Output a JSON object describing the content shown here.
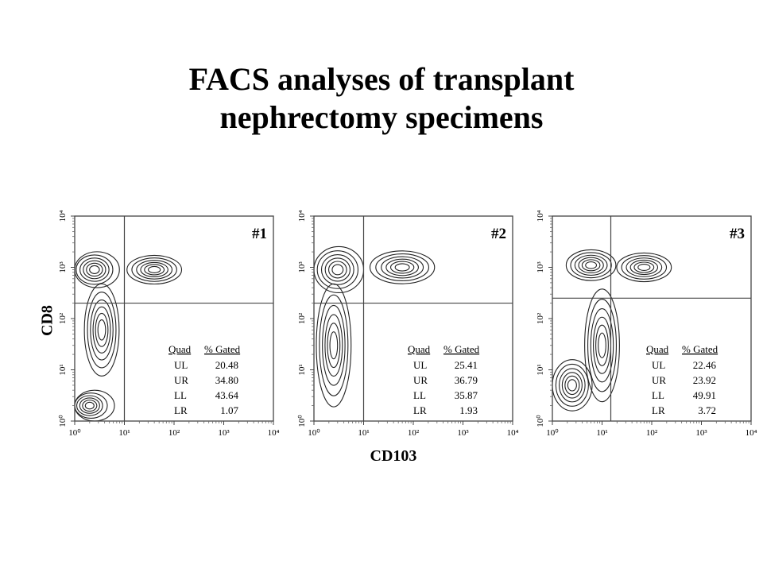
{
  "title_line1": "FACS analyses of transplant",
  "title_line2": "nephrectomy specimens",
  "chart_data": [
    {
      "type": "scatter",
      "label": "#1",
      "xlabel": "CD103",
      "ylabel": "CD8",
      "xscale": "log",
      "yscale": "log",
      "xlim": [
        1,
        10000
      ],
      "ylim": [
        1,
        10000
      ],
      "quadrant_gate": [
        10,
        200
      ],
      "stats_header": [
        "Quad",
        "% Gated"
      ],
      "stats": [
        [
          "UL",
          "20.48"
        ],
        [
          "UR",
          "34.80"
        ],
        [
          "LL",
          "43.64"
        ],
        [
          "LR",
          "1.07"
        ]
      ],
      "populations": [
        {
          "center": [
            2.5,
            900
          ],
          "spread": [
            0.45,
            0.35
          ]
        },
        {
          "center": [
            40,
            900
          ],
          "spread": [
            0.55,
            0.28
          ]
        },
        {
          "center": [
            3.5,
            60
          ],
          "spread": [
            0.35,
            0.9
          ]
        },
        {
          "center": [
            2,
            2
          ],
          "spread": [
            0.4,
            0.3
          ]
        }
      ]
    },
    {
      "type": "scatter",
      "label": "#2",
      "xlabel": "CD103",
      "ylabel": "CD8",
      "xscale": "log",
      "yscale": "log",
      "xlim": [
        1,
        10000
      ],
      "ylim": [
        1,
        10000
      ],
      "quadrant_gate": [
        10,
        200
      ],
      "stats_header": [
        "Quad",
        "% Gated"
      ],
      "stats": [
        [
          "UL",
          "25.41"
        ],
        [
          "UR",
          "36.79"
        ],
        [
          "LL",
          "35.87"
        ],
        [
          "LR",
          "1.93"
        ]
      ],
      "populations": [
        {
          "center": [
            3,
            900
          ],
          "spread": [
            0.5,
            0.45
          ]
        },
        {
          "center": [
            60,
            1000
          ],
          "spread": [
            0.65,
            0.32
          ]
        },
        {
          "center": [
            2.5,
            30
          ],
          "spread": [
            0.35,
            1.2
          ]
        }
      ]
    },
    {
      "type": "scatter",
      "label": "#3",
      "xlabel": "CD103",
      "ylabel": "CD8",
      "xscale": "log",
      "yscale": "log",
      "xlim": [
        1,
        10000
      ],
      "ylim": [
        1,
        10000
      ],
      "quadrant_gate": [
        15,
        250
      ],
      "stats_header": [
        "Quad",
        "% Gated"
      ],
      "stats": [
        [
          "UL",
          "22.46"
        ],
        [
          "UR",
          "23.92"
        ],
        [
          "LL",
          "49.91"
        ],
        [
          "LR",
          "3.72"
        ]
      ],
      "populations": [
        {
          "center": [
            6,
            1100
          ],
          "spread": [
            0.5,
            0.3
          ]
        },
        {
          "center": [
            70,
            1000
          ],
          "spread": [
            0.55,
            0.28
          ]
        },
        {
          "center": [
            10,
            30
          ],
          "spread": [
            0.35,
            1.1
          ]
        },
        {
          "center": [
            2.5,
            5
          ],
          "spread": [
            0.4,
            0.5
          ]
        }
      ]
    }
  ]
}
